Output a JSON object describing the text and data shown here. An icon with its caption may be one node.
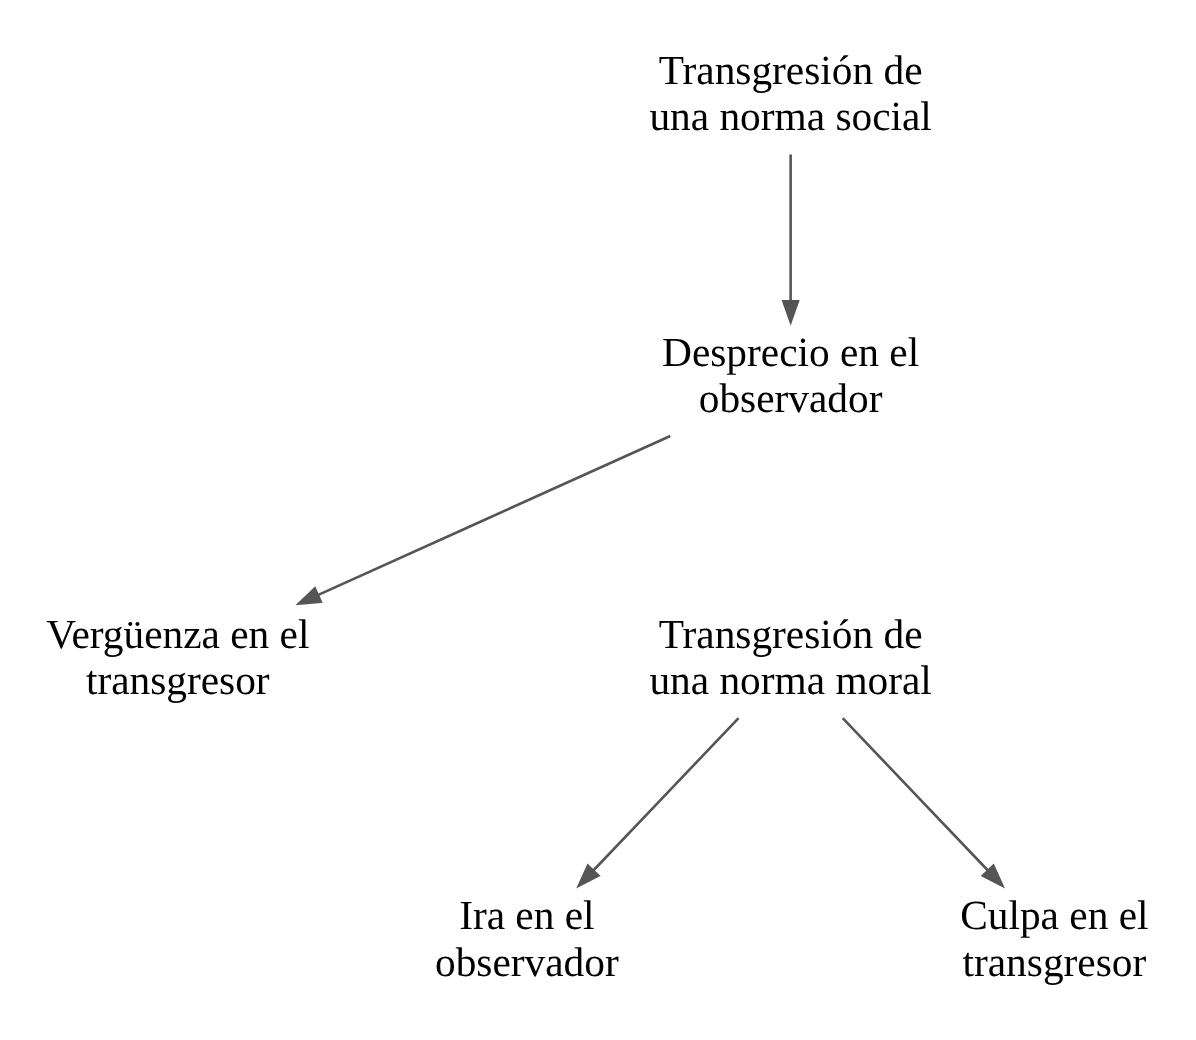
{
  "diagram": {
    "nodes": [
      {
        "text": [
          "Transgresión de una norma social"
        ]
      },
      {
        "text": [
          "Desprecio en el observador"
        ]
      },
      {
        "text": [
          "Vergüenza en el transgresor"
        ]
      },
      {
        "text": [
          "Transgresión de una norma moral"
        ]
      },
      {
        "text": [
          "Ira en el observador"
        ]
      },
      {
        "text": [
          "Culpa en el transgresor"
        ]
      }
    ],
    "edges": [
      {
        "from": 0,
        "to": 1,
        "arrow": "to"
      },
      {
        "from": 1,
        "to": 2,
        "arrow": "to"
      },
      {
        "from": 3,
        "to": 4,
        "arrow": "to"
      },
      {
        "from": 3,
        "to": 5,
        "arrow": "to"
      }
    ]
  }
}
